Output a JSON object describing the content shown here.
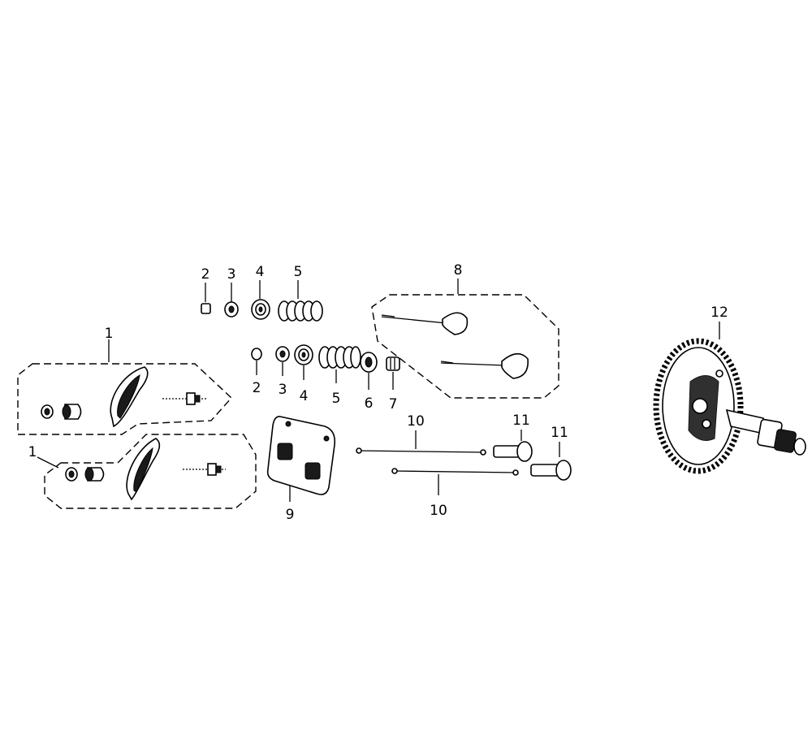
{
  "callouts": {
    "c1a": "1",
    "c1b": "1",
    "c2a": "2",
    "c2b": "2",
    "c3a": "3",
    "c3b": "3",
    "c4a": "4",
    "c4b": "4",
    "c5a": "5",
    "c5b": "5",
    "c6": "6",
    "c7": "7",
    "c8": "8",
    "c9": "9",
    "c10a": "10",
    "c10b": "10",
    "c11a": "11",
    "c11b": "11",
    "c12": "12"
  },
  "icons": {
    "rocker_arm": "rocker-arm-icon",
    "valve": "valve-icon",
    "spring": "valve-spring-icon",
    "camshaft": "camshaft-gear-icon",
    "push_rod": "push-rod-icon",
    "tappet": "tappet-icon"
  }
}
